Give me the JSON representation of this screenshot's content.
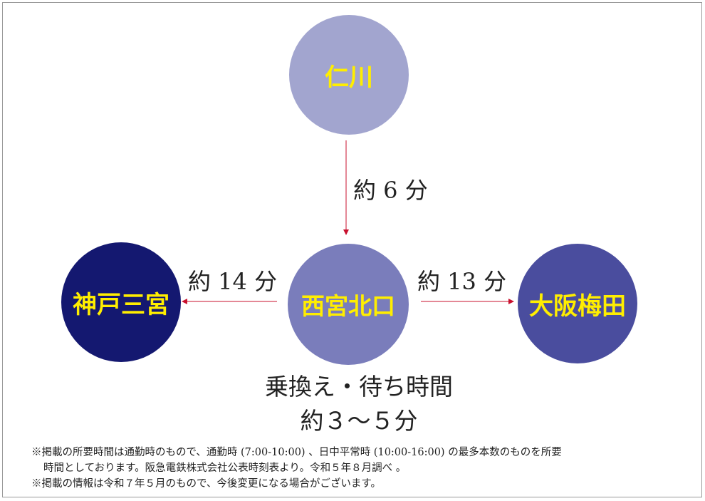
{
  "colors": {
    "nigawa": "#a2a5cf",
    "nishinomiya_kitaguchi": "#7a7dbb",
    "kobe_sannomiya": "#141870",
    "osaka_umeda": "#4a4d9e",
    "station_text": "#ffee00",
    "arrow": "#c8102e"
  },
  "stations": {
    "nigawa": "仁川",
    "nishinomiya_kitaguchi": "西宮北口",
    "kobe_sannomiya": "神戸三宮",
    "osaka_umeda": "大阪梅田"
  },
  "travel_times": {
    "nigawa_to_nishinomiya": "約 6 分",
    "nishinomiya_to_sannomiya": "約 14 分",
    "nishinomiya_to_umeda": "約 13 分"
  },
  "transfer": {
    "title": "乗換え・待ち時間",
    "time": "約３～５分"
  },
  "notes": [
    "※掲載の所要時間は通勤時のもので、通勤時 (7:00-10:00) 、日中平常時 (10:00-16:00) の最多本数のものを所要",
    "時間としております。阪急電鉄株式会社公表時刻表より。令和５年８月調べ 。",
    "※掲載の情報は令和７年５月のもので、今後変更になる場合がございます。"
  ]
}
